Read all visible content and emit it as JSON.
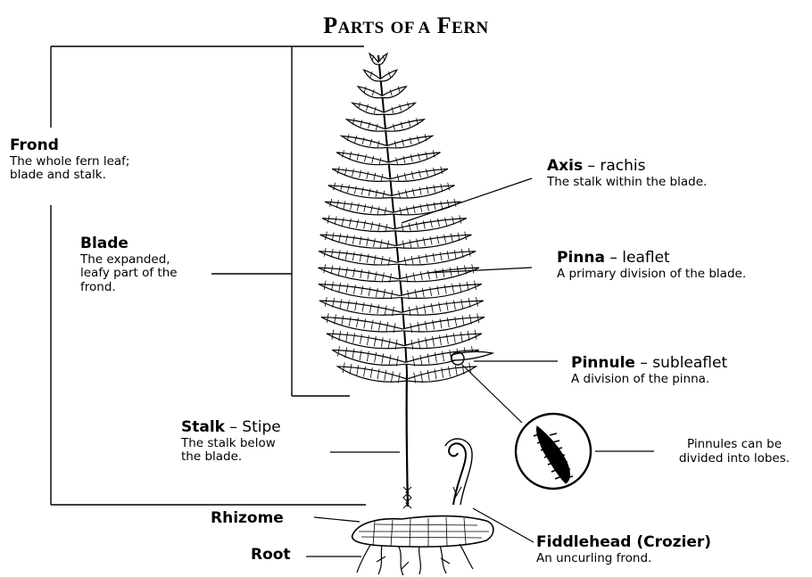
{
  "title": {
    "first": "P",
    "first_rest": "ARTS",
    "middle": "OF A",
    "last": "F",
    "last_rest": "ERN"
  },
  "labels": {
    "frond": {
      "term": "Frond",
      "line1": "The whole fern leaf;",
      "line2": "blade and stalk."
    },
    "blade": {
      "term": "Blade",
      "line1": "The expanded,",
      "line2": "leafy part of the",
      "line3": "frond."
    },
    "axis": {
      "term": "Axis",
      "dash": " – ",
      "sub": "rachis",
      "desc": "The stalk within the blade."
    },
    "pinna": {
      "term": "Pinna",
      "dash": " – ",
      "sub": "leaflet",
      "desc": "A primary division of the blade."
    },
    "pinnule": {
      "term": "Pinnule",
      "dash": " – ",
      "sub": "subleaflet",
      "desc": "A division of the pinna."
    },
    "pinnule_note": {
      "line1": "Pinnules can be",
      "line2": "divided into lobes."
    },
    "stalk": {
      "term": "Stalk",
      "dash": " – ",
      "sub": "Stipe",
      "line1": "The stalk below",
      "line2": "the blade."
    },
    "rhizome": {
      "term": "Rhizome"
    },
    "root": {
      "term": "Root"
    },
    "fiddlehead": {
      "term": "Fiddlehead (Crozier)",
      "desc": "An uncurling frond."
    }
  },
  "icons": [
    "fern-frond-illustration",
    "fiddlehead-illustration",
    "rhizome-illustration",
    "pinnule-magnifier"
  ]
}
